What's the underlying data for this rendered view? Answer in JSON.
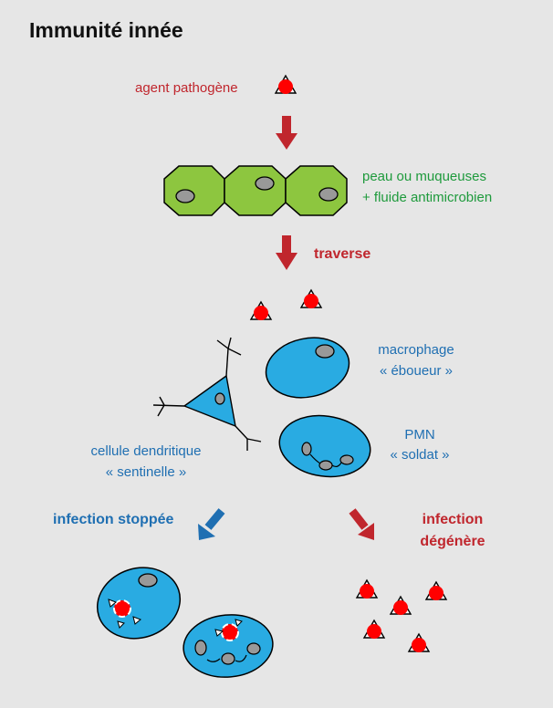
{
  "title": "Immunité innée",
  "labels": {
    "pathogen": "agent pathogène",
    "barrier_line1": "peau ou muqueuses",
    "barrier_line2": "+ fluide antimicrobien",
    "crosses": "traverse",
    "macrophage_line1": "macrophage",
    "macrophage_line2": "« éboueur »",
    "pmn_line1": "PMN",
    "pmn_line2": "« soldat »",
    "dendritic_line1": "cellule dendritique",
    "dendritic_line2": "« sentinelle »",
    "stopped": "infection stoppée",
    "degenerates_line1": "infection",
    "degenerates_line2": "dégénère"
  },
  "colors": {
    "background": "#e6e6e6",
    "pathogen": "#ff0000",
    "arrow_red": "#c0262d",
    "arrow_blue": "#1f6fb2",
    "epithelial_cell": "#8dc63f",
    "immune_cell": "#29abe2",
    "nucleus": "#999999",
    "text_green": "#1e9a3c",
    "text_blue": "#1f6fb2",
    "text_red": "#c0262d"
  }
}
